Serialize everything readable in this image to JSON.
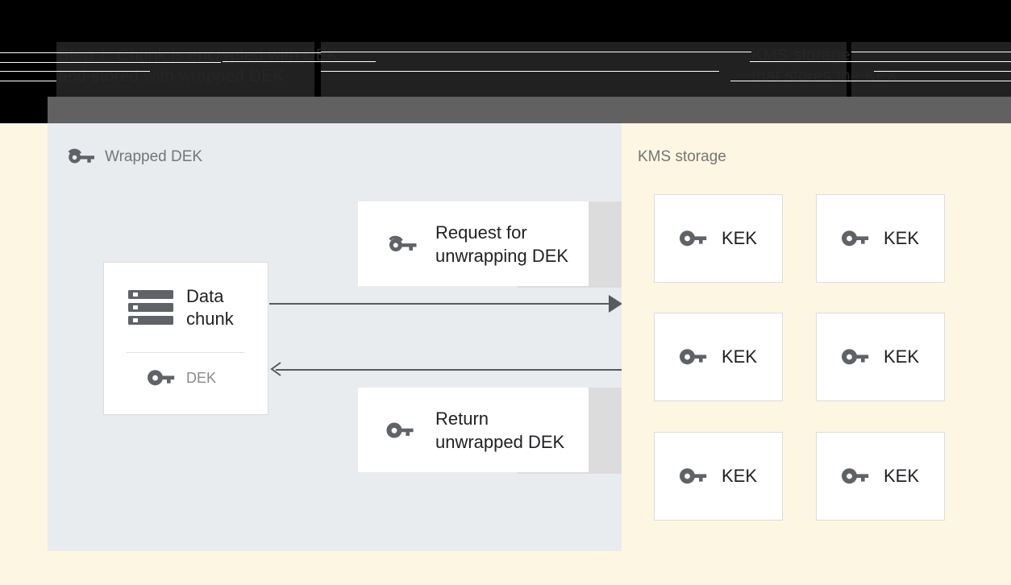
{
  "header": {
    "title_left": "Step 1: Chunk is encrypted with DEK\nand stored with wrapped DEK",
    "title_right": "KMS storage\nthat stores the KEK",
    "bg_color": "#000000",
    "band_color": "#616161",
    "text_color": "#262626"
  },
  "left_panel": {
    "label": "Wrapped DEK",
    "icon": "wrapped-key-icon",
    "bg_color": "#e8ecef",
    "chunk_card": {
      "title": "Data\nchunk",
      "icon": "storage-icon",
      "key_label": "DEK",
      "key_icon": "key-icon"
    },
    "messages": [
      {
        "id": "request",
        "text": "Request for\nunwrapping DEK",
        "icon": "wrapped-key-icon"
      },
      {
        "id": "return",
        "text": "Return\nunwrapped DEK",
        "icon": "key-icon"
      }
    ],
    "arrows": [
      {
        "id": "to-kms",
        "direction": "right",
        "style": "solid-head"
      },
      {
        "id": "from-kms",
        "direction": "left",
        "style": "line-head"
      }
    ]
  },
  "right_panel": {
    "label": "KMS storage",
    "bg_color": "#fdf6e3",
    "kek_cards": [
      {
        "label": "KEK",
        "icon": "key-icon"
      },
      {
        "label": "KEK",
        "icon": "key-icon"
      },
      {
        "label": "KEK",
        "icon": "key-icon"
      },
      {
        "label": "KEK",
        "icon": "key-icon"
      },
      {
        "label": "KEK",
        "icon": "key-icon"
      },
      {
        "label": "KEK",
        "icon": "key-icon"
      }
    ]
  },
  "colors": {
    "accent_cream": "#fdf6e3",
    "panel_gray": "#e8ecef",
    "icon_gray": "#5f6368",
    "label_gray": "#757575",
    "shadow_gray": "#dcdcdc"
  }
}
